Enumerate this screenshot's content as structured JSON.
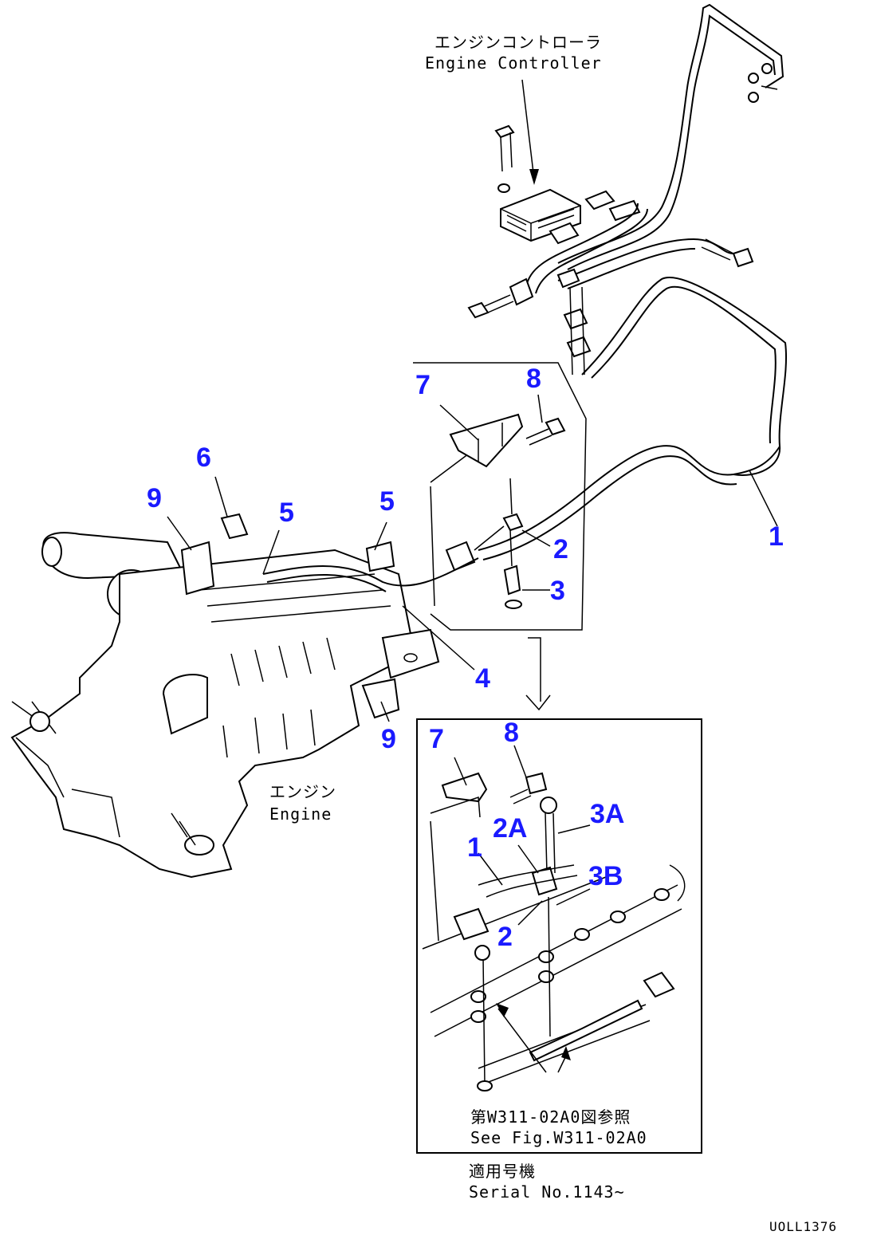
{
  "labels": {
    "engine_controller_jp": "エンジンコントローラ",
    "engine_controller_en": "Engine Controller",
    "engine_jp": "エンジン",
    "engine_en": "Engine",
    "see_fig_jp": "第W311-02A0図参照",
    "see_fig_en": "See Fig.W311-02A0",
    "serial_jp": "適用号機",
    "serial_en": "Serial No.1143~",
    "drawing_id": "UOLL1376"
  },
  "callouts": {
    "c1_main": "1",
    "c2_main": "2",
    "c3_main": "3",
    "c4_main": "4",
    "c5_left": "5",
    "c5_right": "5",
    "c6_main": "6",
    "c7_main": "7",
    "c8_main": "8",
    "c9_upper": "9",
    "c9_lower": "9",
    "c7_detail": "7",
    "c8_detail": "8",
    "c1_detail": "1",
    "c2a_detail": "2A",
    "c3a_detail": "3A",
    "c3b_detail": "3B",
    "c2_detail": "2"
  },
  "colors": {
    "callout": "#1a1aff",
    "line": "#000000",
    "background": "#ffffff"
  }
}
